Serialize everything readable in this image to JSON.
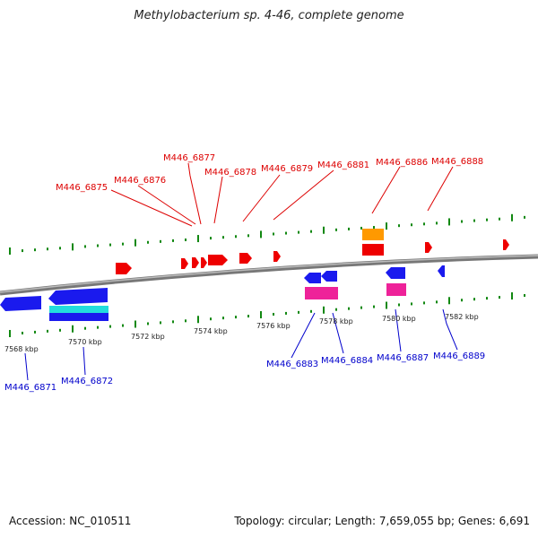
{
  "title": "Methylobacterium sp. 4-46, complete genome",
  "footer": {
    "accession": "Accession: NC_010511",
    "summary": "Topology: circular; Length: 7,659,055 bp; Genes: 6,691"
  },
  "colors": {
    "plus_label": "#dd0000",
    "minus_label": "#0000cc",
    "red_gene": "#ee0000",
    "blue_gene": "#1a1aee",
    "orange_gene": "#ff9900",
    "magenta_gene": "#ee2299",
    "cyan_gene": "#22dddd",
    "tick": "#118811",
    "backbone": "#888888"
  },
  "ticks": [
    "7568 kbp",
    "7570 kbp",
    "7572 kbp",
    "7574 kbp",
    "7576 kbp",
    "7578 kbp",
    "7580 kbp",
    "7582 kbp"
  ],
  "plus_labels": [
    "M446_6875",
    "M446_6876",
    "M446_6877",
    "M446_6878",
    "M446_6879",
    "M446_6881",
    "M446_6886",
    "M446_6888"
  ],
  "minus_labels": [
    "M446_6871",
    "M446_6872",
    "M446_6883",
    "M446_6884",
    "M446_6887",
    "M446_6889"
  ]
}
